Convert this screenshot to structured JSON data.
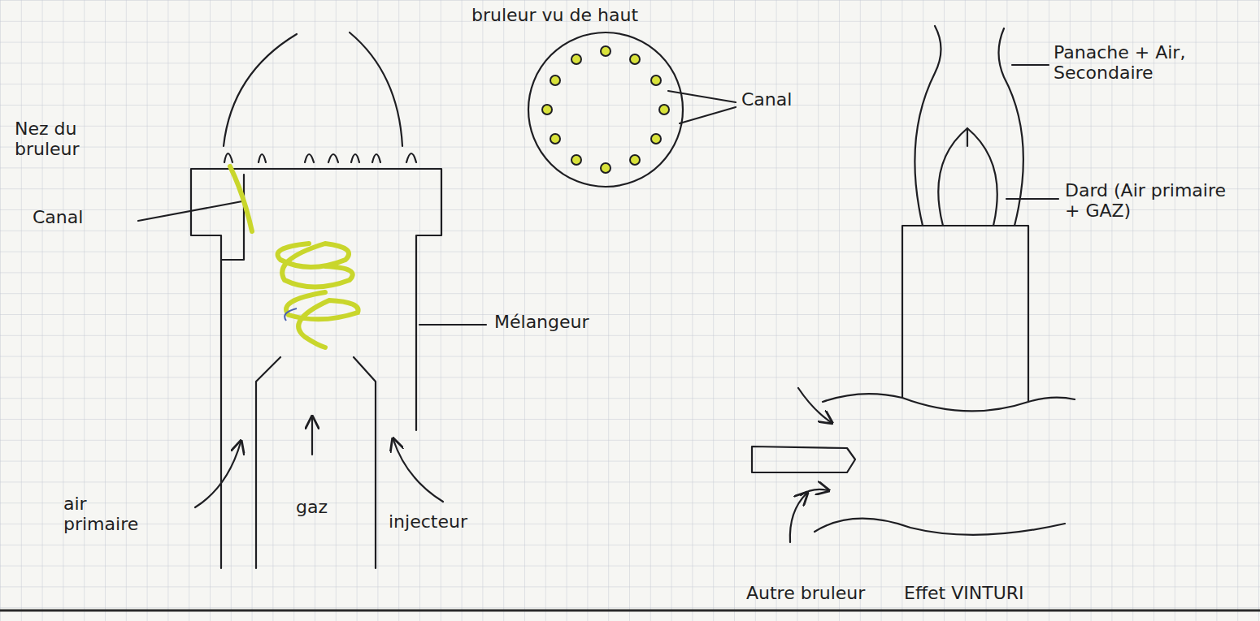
{
  "diagram": {
    "labels": [
      "bruleur vu de haut",
      "Canal",
      "Nez du bruleur",
      "Canal",
      "Panache + Air, Secondaire",
      "Dard (Air primaire + GAZ)",
      "Mélangeur",
      "air primaire",
      "gaz",
      "injecteur",
      "Autre bruleur",
      "Effet VINTURI"
    ]
  }
}
